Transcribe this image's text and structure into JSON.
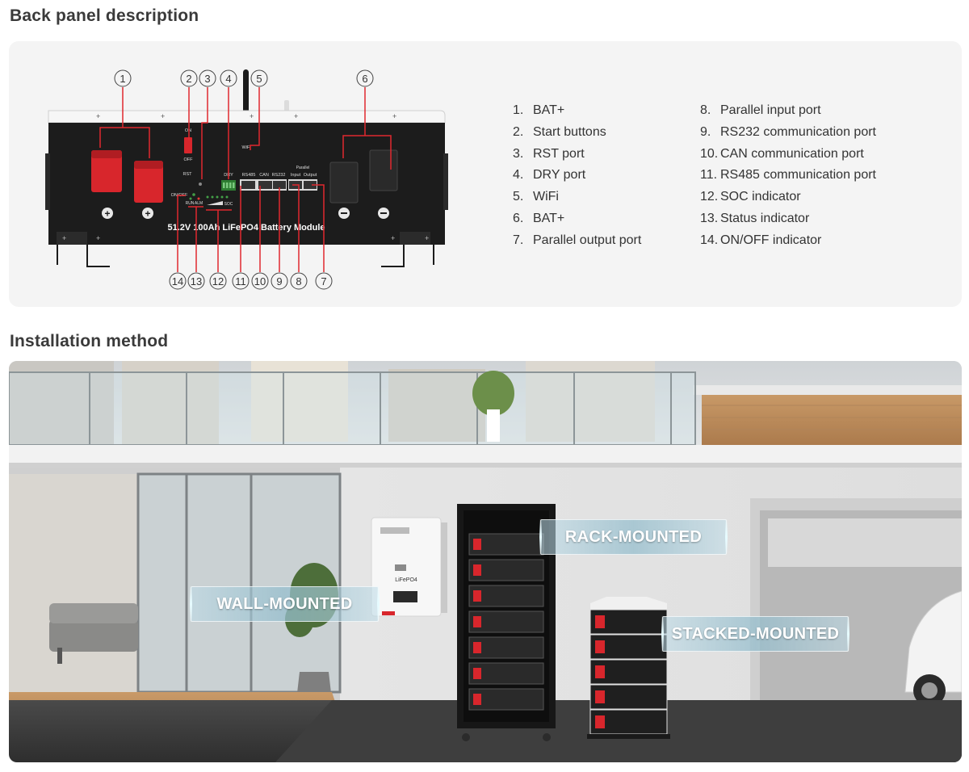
{
  "sections": {
    "back_panel_title": "Back panel description",
    "installation_title": "Installation method"
  },
  "module": {
    "model_label": "51.2V 100Ah LiFePO4 Battery Module",
    "switch_on": "ON",
    "switch_off": "OFF",
    "rst_label": "RST",
    "dry_label": "DRY",
    "wifi_label": "WiFi",
    "rs485_label": "RS485",
    "can_label": "CAN",
    "rs232_label": "RS232",
    "parallel_label": "Parallel",
    "input_label": "Input",
    "output_label": "Output",
    "onoff_label": "ON/OFF",
    "run_label": "RUN",
    "alm_label": "ALM",
    "soc_label": "SOC"
  },
  "callouts": {
    "top": [
      "1",
      "2",
      "3",
      "4",
      "5",
      "6"
    ],
    "bottom": [
      "14",
      "13",
      "12",
      "11",
      "10",
      "9",
      "8",
      "7"
    ]
  },
  "legend_left": [
    {
      "num": "1.",
      "text": "BAT+"
    },
    {
      "num": "2.",
      "text": "Start buttons"
    },
    {
      "num": "3.",
      "text": "RST port"
    },
    {
      "num": "4.",
      "text": "DRY port"
    },
    {
      "num": "5.",
      "text": "WiFi"
    },
    {
      "num": "6.",
      "text": "BAT+"
    },
    {
      "num": "7.",
      "text": "Parallel output port"
    }
  ],
  "legend_right": [
    {
      "num": "8.",
      "text": "Parallel input port"
    },
    {
      "num": "9.",
      "text": "RS232 communication port"
    },
    {
      "num": "10.",
      "text": "CAN communication port"
    },
    {
      "num": "11.",
      "text": "RS485 communication port"
    },
    {
      "num": "12.",
      "text": "SOC indicator"
    },
    {
      "num": "13.",
      "text": "Status indicator"
    },
    {
      "num": "14.",
      "text": "ON/OFF indicator"
    }
  ],
  "install": {
    "rack": "RACK-MOUNTED",
    "wall": "WALL-MOUNTED",
    "stack": "STACKED-MOUNTED",
    "wall_unit_label": "LiFePO4"
  },
  "colors": {
    "terminal_red": "#d8262c",
    "callout_red": "#e0282e",
    "module_black": "#1c1c1c"
  }
}
